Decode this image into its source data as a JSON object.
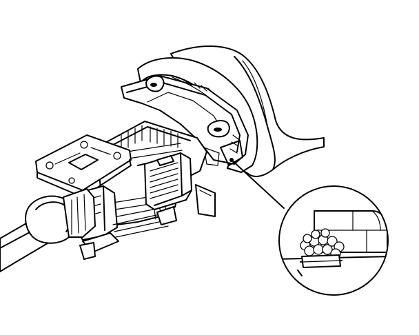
{
  "figure": {
    "title": "",
    "caption": "",
    "labels": []
  },
  "parts": [
    {
      "id": "steering-column-shaft",
      "icon": "shaft-icon"
    },
    {
      "id": "column-jacket",
      "icon": "housing-icon"
    },
    {
      "id": "mounting-bracket",
      "icon": "bracket-icon"
    },
    {
      "id": "connector-module",
      "icon": "connector-icon"
    },
    {
      "id": "switch-mounting-frame",
      "icon": "frame-icon"
    },
    {
      "id": "trim-cover",
      "icon": "cover-icon"
    },
    {
      "id": "wire-harness-detail",
      "icon": "magnifier-icon"
    }
  ],
  "colors": {
    "line": "#000000",
    "background": "#ffffff"
  }
}
